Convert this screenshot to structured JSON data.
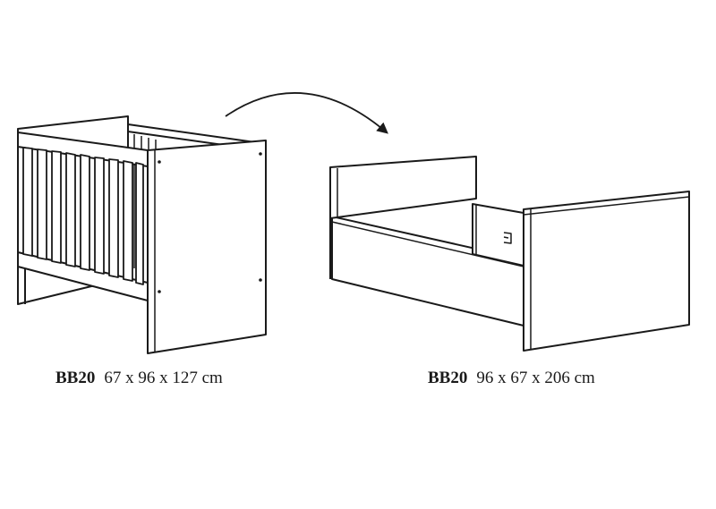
{
  "products": [
    {
      "code": "BB20",
      "dimensions": "67 x 96 x 127 cm"
    },
    {
      "code": "BB20",
      "dimensions": "96 x 67 x 206 cm"
    }
  ],
  "colors": {
    "line": "#1a1a1a",
    "background": "#ffffff"
  }
}
